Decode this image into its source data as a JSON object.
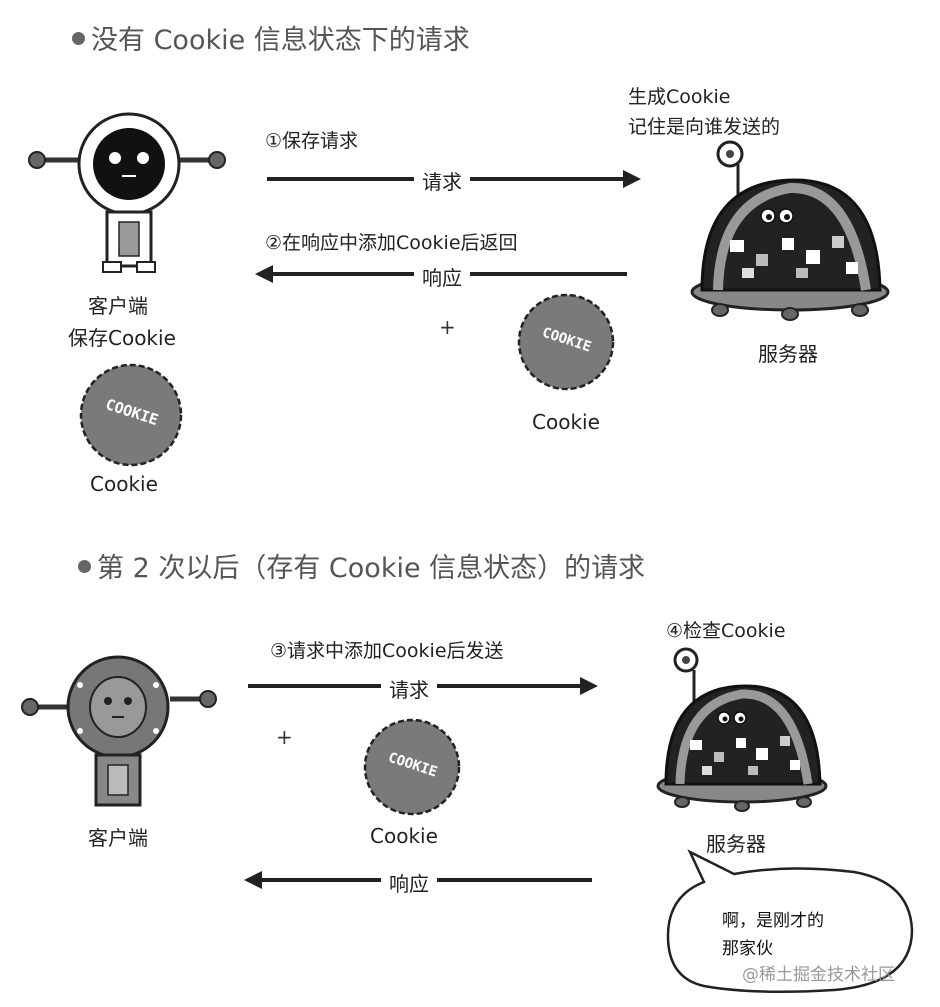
{
  "section1": {
    "title": "没有 Cookie 信息状态下的请求",
    "step1": "①保存请求",
    "request_label": "请求",
    "server_note_line1": "生成Cookie",
    "server_note_line2": "记住是向谁发送的",
    "step2": "②在响应中添加Cookie后返回",
    "response_label": "响应",
    "client_label": "客户端",
    "client_note": "保存Cookie",
    "plus": "+",
    "cookie_resp_label": "Cookie",
    "client_cookie_label": "Cookie",
    "server_label": "服务器"
  },
  "section2": {
    "title": "第 2 次以后（存有 Cookie 信息状态）的请求",
    "step3": "③请求中添加Cookie后发送",
    "request_label": "请求",
    "step4": "④检查Cookie",
    "client_label": "客户端",
    "plus": "+",
    "cookie_label": "Cookie",
    "server_label": "服务器",
    "response_label": "响应",
    "speech_line1": "啊，是刚才的",
    "speech_line2": "那家伙"
  },
  "cookie_text": "COOKIE",
  "watermark": "@稀土掘金技术社区"
}
